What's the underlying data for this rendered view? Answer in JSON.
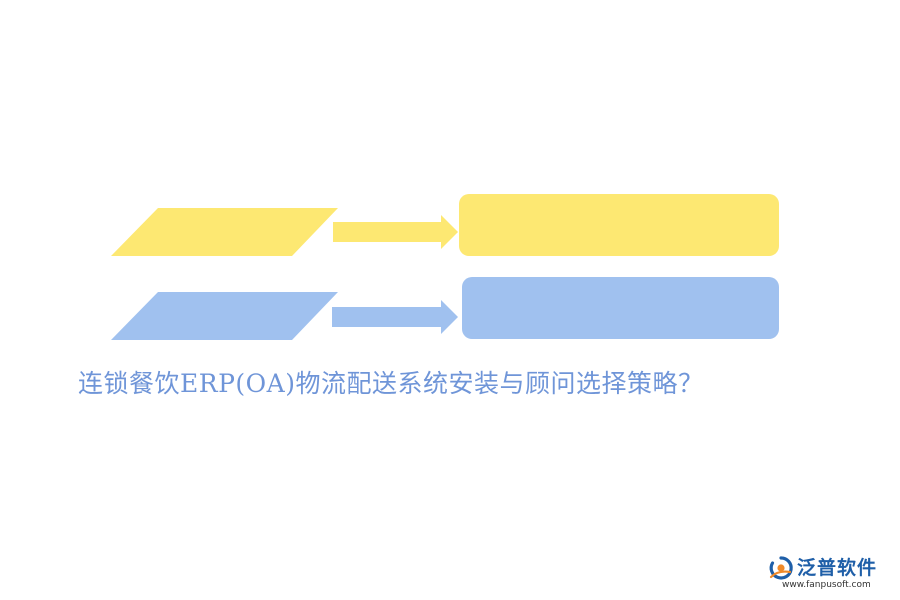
{
  "title": "连锁餐饮ERP(OA)物流配送系统安装与顾问选择策略？",
  "logo": {
    "name": "泛普软件",
    "url": "www.fanpusoft.com"
  },
  "colors": {
    "yellow": "#fde872",
    "blue": "#a0c1ef",
    "title": "#6f95d8",
    "logo_blue": "#1f5fa8",
    "logo_orange": "#f08a2a"
  },
  "diagram": {
    "rows": [
      {
        "color": "yellow",
        "shapes": [
          "parallelogram",
          "arrow-right",
          "rounded-rectangle"
        ]
      },
      {
        "color": "blue",
        "shapes": [
          "parallelogram",
          "arrow-right",
          "rounded-rectangle"
        ]
      }
    ]
  }
}
